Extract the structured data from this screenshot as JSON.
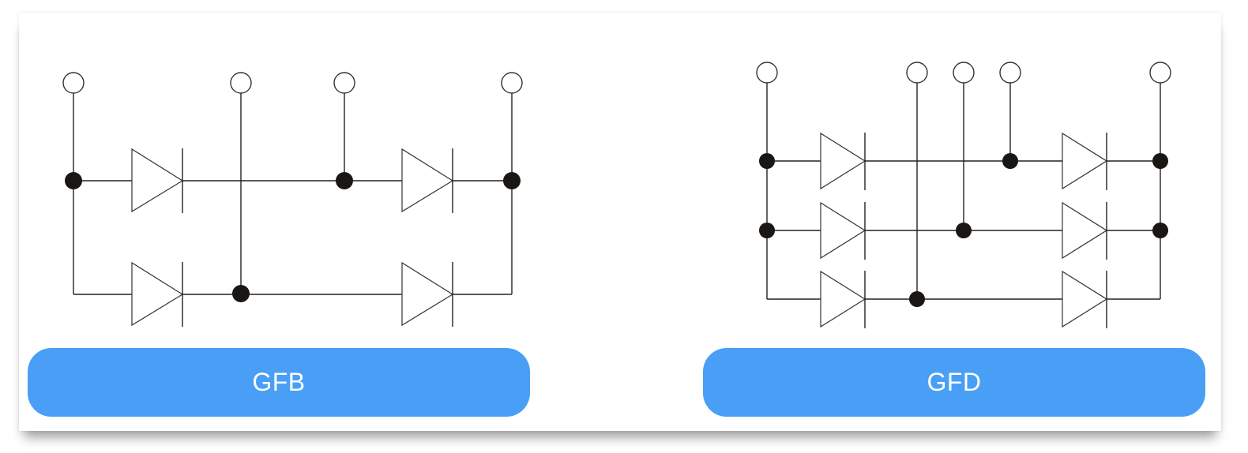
{
  "diagrams": [
    {
      "id": "gfb",
      "label": "GFB",
      "accent_color": "#499ff5"
    },
    {
      "id": "gfd",
      "label": "GFD",
      "accent_color": "#499ff5"
    }
  ],
  "colors": {
    "button": "#499ff5",
    "button_text": "#ffffff",
    "wire": "#222222",
    "node": "#1a1614"
  }
}
